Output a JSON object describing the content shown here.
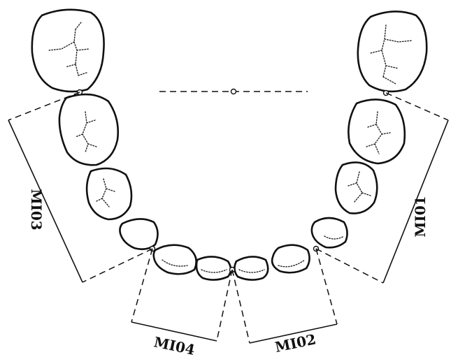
{
  "labels": {
    "mi01": "MI01",
    "mi02": "MI02",
    "mi03": "MI03",
    "mi04": "MI04"
  },
  "colors": {
    "ink": "#111111",
    "background": "#ffffff"
  }
}
